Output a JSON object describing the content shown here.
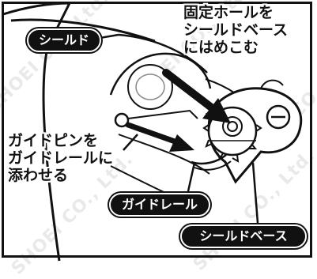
{
  "labels": {
    "shield": "シールド",
    "guide_rail": "ガイドレール",
    "shield_base": "シールドベース"
  },
  "instructions": {
    "fix_hole": "固定ホールを\nシールドベース\nにはめこむ",
    "guide_pin": "ガイドピンを\nガイドレールに\n添わせる"
  },
  "watermarks": [
    "SHOEI CO., Ltd.",
    "SHOEI CO., Ltd.",
    "SHOEI CO., Ltd.",
    "SHOEI CO., Ltd.",
    "SHOEI CO., Ltd."
  ],
  "colors": {
    "ink": "#111111",
    "background": "#ffffff",
    "watermark": "#d8d8d8"
  }
}
